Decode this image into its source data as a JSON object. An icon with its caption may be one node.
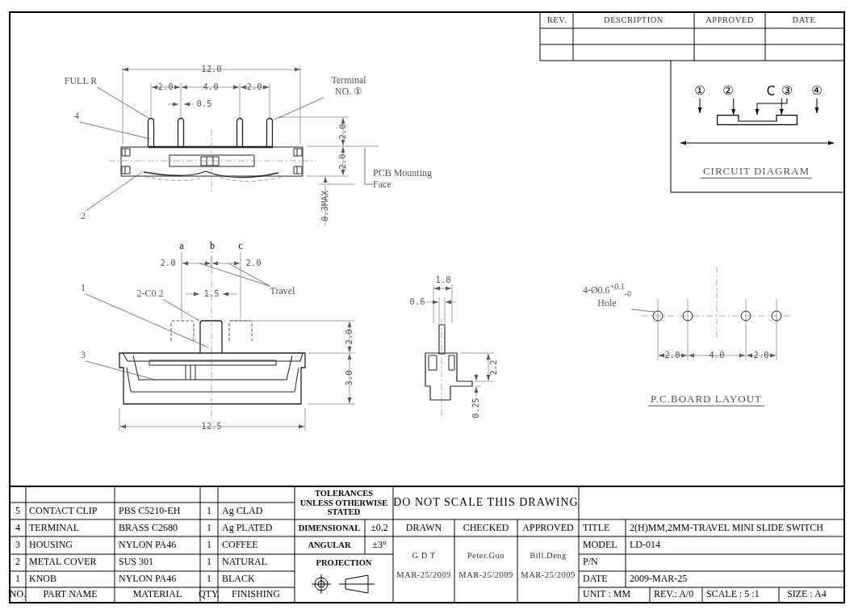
{
  "diagram": {
    "nodes": [
      {
        "text": [
          "FULL R"
        ]
      },
      {
        "text": [
          "4"
        ]
      },
      {
        "text": [
          "Terminal NO. ①"
        ]
      },
      {
        "text": [
          "2"
        ]
      },
      {
        "text": [
          "PCB Mounting Face"
        ]
      },
      {
        "text": [
          "1"
        ]
      },
      {
        "text": [
          "2-C0.2"
        ]
      },
      {
        "text": [
          "Travel"
        ]
      },
      {
        "text": [
          "3"
        ]
      },
      {
        "text": [
          "4-Ø0.6$^{+0.1}$$_{-0}$",
          "Hole"
        ]
      },
      {
        "text": [
          "①"
        ]
      },
      {
        "text": [
          "②"
        ]
      },
      {
        "text": [
          "③"
        ]
      },
      {
        "text": [
          "④"
        ]
      },
      {
        "text": [],
        "shape": "bar"
      }
    ],
    "edges": [
      {
        "from": 0,
        "to": null,
        "arrow": "none"
      },
      {
        "from": 1,
        "to": null,
        "arrow": "none"
      },
      {
        "from": 2,
        "to": null,
        "arrow": "none"
      },
      {
        "from": 3,
        "to": null,
        "arrow": "none"
      },
      {
        "from": 4,
        "to": null,
        "arrow": "none"
      },
      {
        "from": 5,
        "to": null,
        "arrow": "none"
      },
      {
        "from": 6,
        "to": null,
        "arrow": "none"
      },
      {
        "from": 7,
        "to": null,
        "arrow": "none"
      },
      {
        "from": 7,
        "to": null,
        "arrow": "none"
      },
      {
        "from": 8,
        "to": null,
        "arrow": "none"
      },
      {
        "from": 9,
        "to": null,
        "arrow": "none"
      },
      {
        "from": 10,
        "to": null,
        "arrow": "to"
      },
      {
        "from": 11,
        "to": 14,
        "arrow": "to"
      },
      {
        "from": 12,
        "to": 14,
        "arrow": "to"
      },
      {
        "from": 12,
        "to": 14,
        "arrow": "to"
      },
      {
        "from": 13,
        "to": null,
        "arrow": "to"
      }
    ],
    "labels": [
      "12.0",
      "2.0",
      "4.0",
      "2.0",
      "0.5",
      "2.0",
      "2.0",
      "0.3MAX",
      "a",
      "b",
      "c",
      "2.0",
      "2.0",
      "1.5",
      "2.0",
      "3.0",
      "12.5",
      "1.0",
      "0.6",
      "2.2",
      "0.25",
      "C",
      "CIRCUIT DIAGRAM",
      "2.0",
      "4.0",
      "2.0",
      "P.C.BOARD LAYOUT",
      "REV.",
      "DESCRIPTION",
      "APPROVED",
      "DATE",
      "TOLERANCES UNLESS OTHERWISE STATED",
      "DO NOT SCALE THIS DRAWING",
      "5",
      "CONTACT CLIP",
      "PBS C5210-EH",
      "1",
      "Ag CLAD",
      "4",
      "TERMINAL",
      "BRASS C2680",
      "1",
      "Ag PLATED",
      "DIMENSIONAL",
      "±0.2",
      "DRAWN",
      "CHECKED",
      "APPROVED",
      "TITLE",
      "2(H)MM,2MM-TRAVEL MINI SLIDE SWITCH",
      "3",
      "HOUSING",
      "NYLON PA46",
      "1",
      "COFFEE",
      "ANGULAR",
      "±3°",
      "G D T",
      "Peter.Guo",
      "Bill.Deng",
      "MODEL",
      "LD-014",
      "2",
      "METAL COVER",
      "SUS 301",
      "1",
      "NATURAL",
      "PROJECTION",
      "P/N",
      "MAR-25/2009",
      "MAR-25/2009",
      "MAR-25/2009",
      "1",
      "KNOB",
      "NYLON PA46",
      "1",
      "BLACK",
      "DATE",
      "2009-MAR-25",
      "NO.",
      "PART NAME",
      "MATERIAL",
      "QTY.",
      "FINISHING",
      "UNIT : MM",
      "REV.: A/0",
      "SCALE : 5 :1",
      "SIZE : A4"
    ]
  }
}
